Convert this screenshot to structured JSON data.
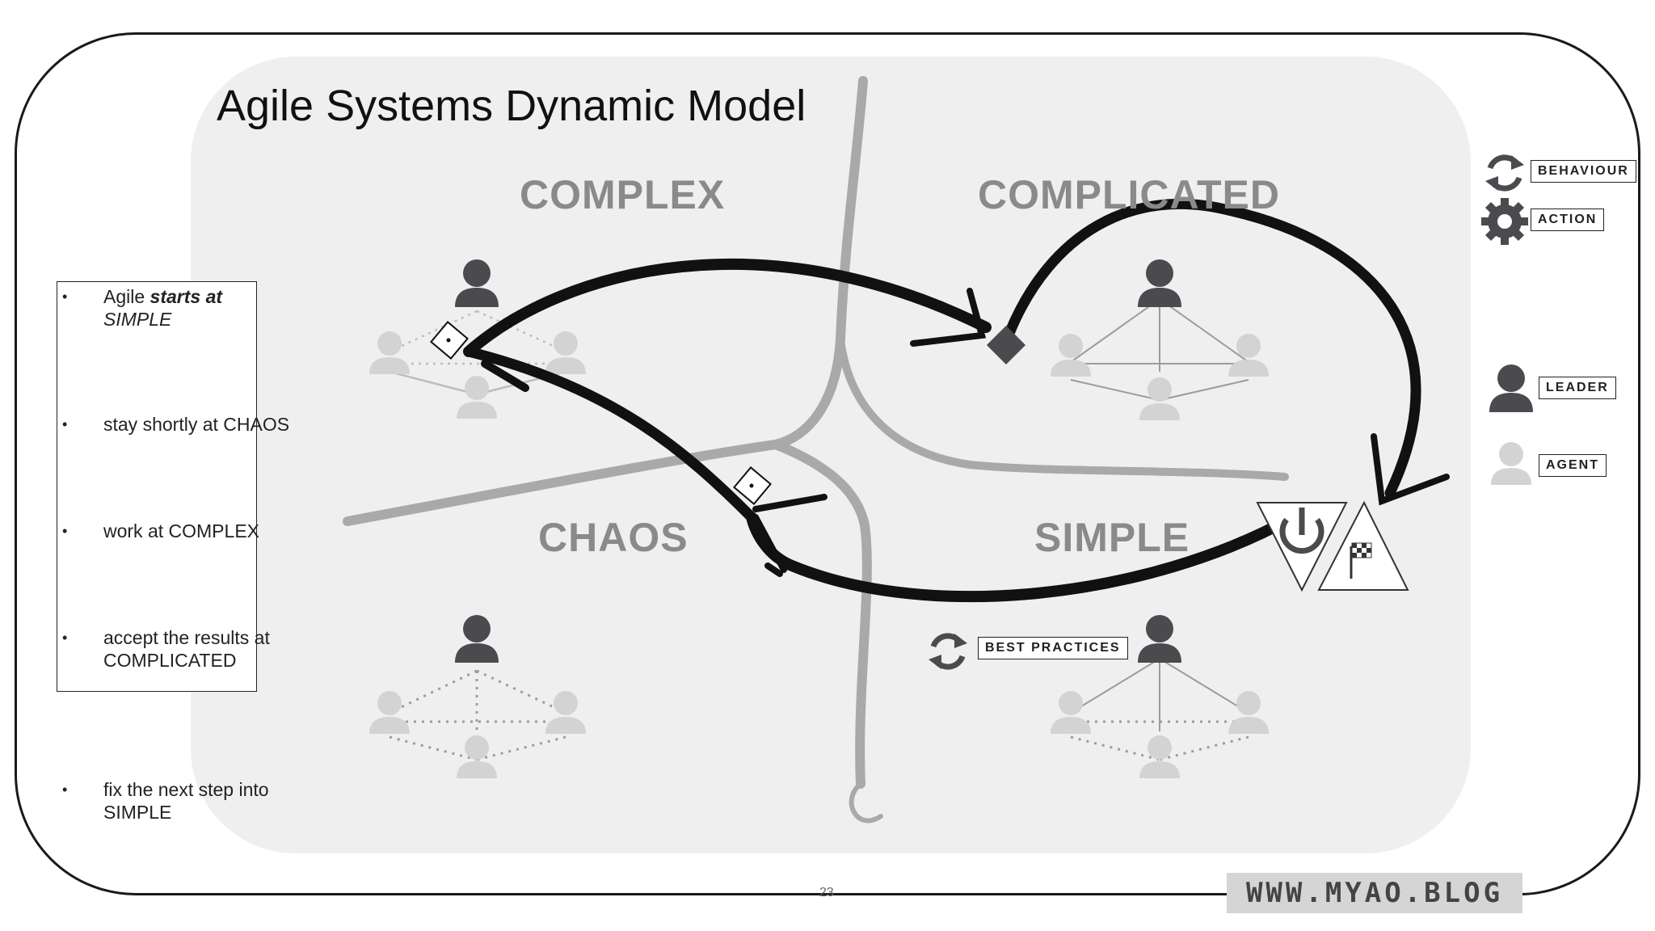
{
  "title": "Agile Systems Dynamic Model",
  "quadrants": {
    "complex": "COMPLEX",
    "complicated": "COMPLICATED",
    "chaos": "CHAOS",
    "simple": "SIMPLE"
  },
  "notes": {
    "item1_prefix": "Agile ",
    "item1_emph": "starts at",
    "item1_emph2": "SIMPLE",
    "item2": " stay shortly at CHAOS",
    "item3": " work at COMPLEX",
    "item4": " accept the results at COMPLICATED",
    "item5": " fix the next step into SIMPLE"
  },
  "legend": {
    "behaviour": "BEHAVIOUR",
    "action": "ACTION",
    "leader": "LEADER",
    "agent": "AGENT",
    "best_practices": "BEST PRACTICES"
  },
  "icons": [
    "refresh-icon",
    "gear-icon",
    "power-icon",
    "checkered-flag-icon",
    "leader-person-icon",
    "agent-person-icon"
  ],
  "colors": {
    "leader": "#4a4a4f",
    "agent": "#d3d3d3",
    "quadrant_label": "#8a8a8a",
    "arrow": "#111111"
  },
  "watermark": "WWW.MYAO.BLOG",
  "page_number": "23"
}
